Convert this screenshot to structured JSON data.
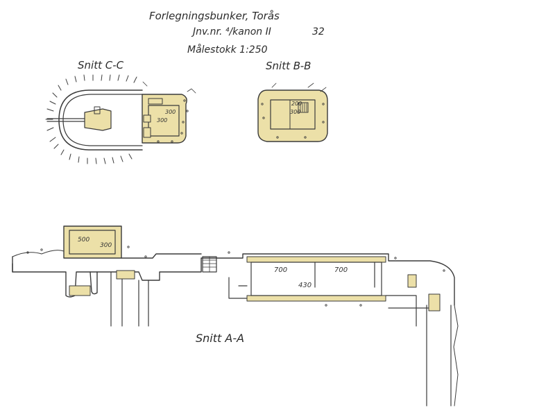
{
  "title": {
    "line1": "Forlegningsbunker, Torås",
    "line2": "Jnv.nr. ⁴/kanon II",
    "number": "32",
    "scale": "Målestokk 1:250"
  },
  "sections": {
    "cc": {
      "label": "Snitt C-C",
      "dims": [
        "300",
        "300"
      ]
    },
    "bb": {
      "label": "Snitt B-B",
      "dims": [
        "200",
        "300"
      ]
    },
    "aa": {
      "label": "Snitt A-A",
      "dims": [
        "500",
        "300",
        "700",
        "430",
        "700"
      ]
    }
  },
  "colors": {
    "ink": "#3a3a3a",
    "concrete_fill": "#ece0a8",
    "paper": "#ffffff"
  }
}
